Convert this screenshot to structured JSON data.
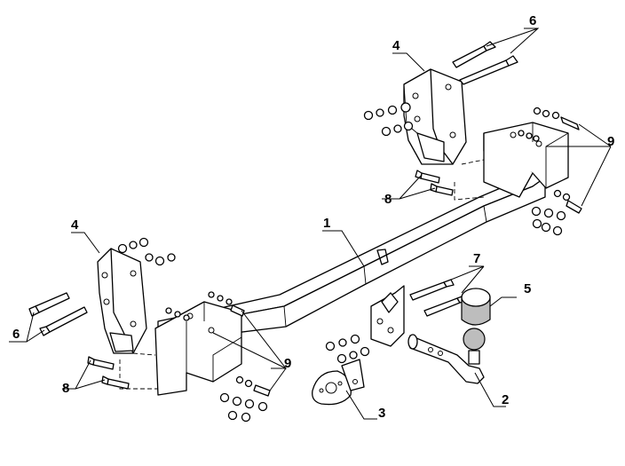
{
  "labels": {
    "crossbar": "1",
    "tow_ball": "2",
    "socket_plate": "3",
    "bracket_right": "4",
    "bracket_left": "4",
    "ball_cap": "5",
    "bolts_right": "6",
    "bolts_left": "6",
    "ball_bolts": "7",
    "bracket_bolts_right": "8",
    "bracket_bolts_left": "8",
    "fasteners_right": "9",
    "fasteners_left": "9"
  }
}
